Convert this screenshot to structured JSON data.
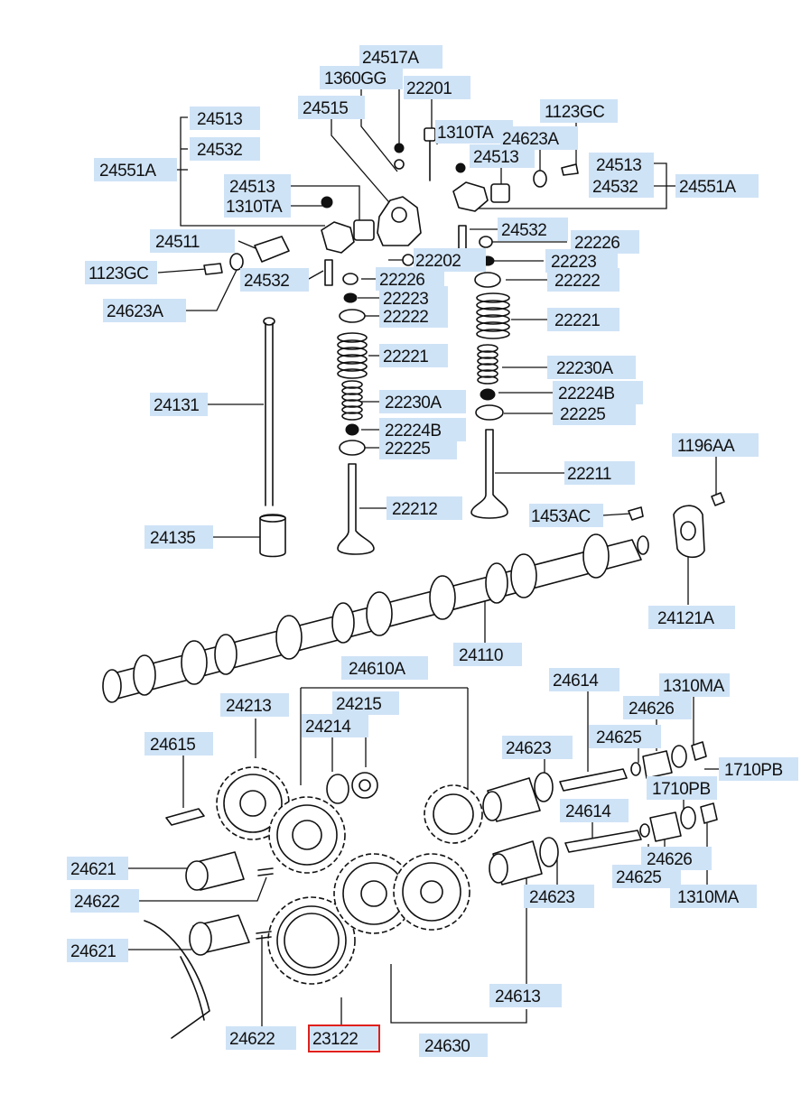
{
  "labels": {
    "l_24517A": "24517A",
    "l_1360GG": "1360GG",
    "l_22201": "22201",
    "l_24515": "24515",
    "l_1310TA_a": "1310TA",
    "l_1123GC_a": "1123GC",
    "l_24623A_a": "24623A",
    "l_24513_a": "24513",
    "l_24532_a": "24532",
    "l_24551A_a": "24551A",
    "l_24513_b": "24513",
    "l_1310TA_b": "1310TA",
    "l_24513_c": "24513",
    "l_24513_d": "24513",
    "l_24532_b": "24532",
    "l_24551A_b": "24551A",
    "l_24532_c": "24532",
    "l_22226_a": "22226",
    "l_24511": "24511",
    "l_22202": "22202",
    "l_22223_a": "22223",
    "l_1123GC_b": "1123GC",
    "l_24532_d": "24532",
    "l_22226_b": "22226",
    "l_22222_a": "22222",
    "l_22223_b": "22223",
    "l_24623A_b": "24623A",
    "l_22222_b": "22222",
    "l_22221_a": "22221",
    "l_22221_b": "22221",
    "l_22230A_a": "22230A",
    "l_24131": "24131",
    "l_22230A_b": "22230A",
    "l_22224B_a": "22224B",
    "l_22224B_b": "22224B",
    "l_22225_a": "22225",
    "l_22225_b": "22225",
    "l_1196AA": "1196AA",
    "l_22211": "22211",
    "l_22212": "22212",
    "l_1453AC": "1453AC",
    "l_24135": "24135",
    "l_24121A": "24121A",
    "l_24110": "24110",
    "l_24610A": "24610A",
    "l_24614_a": "24614",
    "l_1310MA_a": "1310MA",
    "l_24213": "24213",
    "l_24215": "24215",
    "l_24626_a": "24626",
    "l_24214": "24214",
    "l_24625_a": "24625",
    "l_24615": "24615",
    "l_24623_a": "24623",
    "l_1710PB_a": "1710PB",
    "l_1710PB_b": "1710PB",
    "l_24614_b": "24614",
    "l_24626_b": "24626",
    "l_24621_a": "24621",
    "l_24625_b": "24625",
    "l_24622_a": "24622",
    "l_24623_b": "24623",
    "l_1310MA_b": "1310MA",
    "l_24621_b": "24621",
    "l_24613": "24613",
    "l_24622_b": "24622",
    "l_23122": "23122",
    "l_24630": "24630"
  },
  "highlighted_part": "23122",
  "colors": {
    "label_bg": "#cfe3f6",
    "highlight": "#e0201c",
    "ink": "#111111"
  }
}
